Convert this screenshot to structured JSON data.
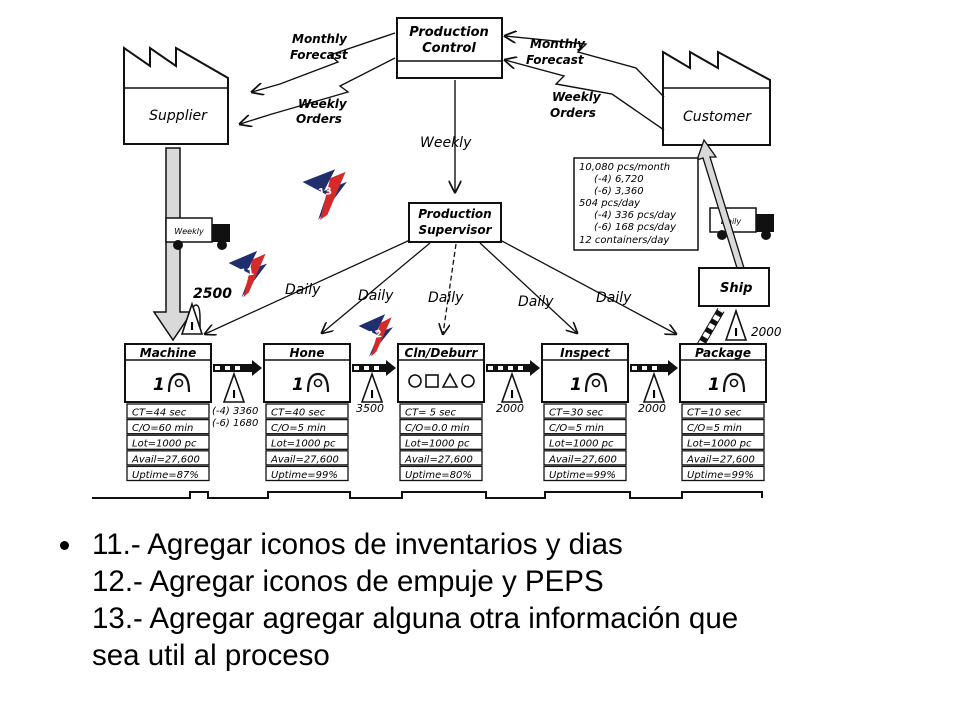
{
  "diagram": {
    "production_control": {
      "line1": "Production",
      "line2": "Control"
    },
    "supplier": {
      "label": "Supplier"
    },
    "customer": {
      "label": "Customer"
    },
    "left_info": {
      "forecast_1": "Monthly",
      "forecast_2": "Forecast",
      "orders_1": "Weekly",
      "orders_2": "Orders"
    },
    "right_info": {
      "forecast_1": "Monthly",
      "forecast_2": "Forecast",
      "orders_1": "Weekly",
      "orders_2": "Orders"
    },
    "schedule_label": "Weekly",
    "production_supervisor": {
      "line1": "Production",
      "line2": "Supervisor"
    },
    "truck_left_label": "Weekly",
    "truck_right_label": "Daily",
    "daily_labels": [
      "Daily",
      "Daily",
      "Daily",
      "Daily",
      "Daily"
    ],
    "badges": [
      "13",
      "11",
      "12"
    ],
    "supplier_inventory": "2500",
    "demand_box": [
      "10,080 pcs/month",
      "(-4) 6,720",
      "(-6) 3,360",
      "504 pcs/day",
      "(-4) 336 pcs/day",
      "(-6) 168 pcs/day",
      "12 containers/day"
    ],
    "ship": {
      "label": "Ship",
      "inventory": "2000"
    },
    "processes": [
      {
        "name": "Machine",
        "operators": "1",
        "data": [
          "CT=44 sec",
          "C/O=60 min",
          "Lot=1000 pc",
          "Avail=27,600",
          "Uptime=87%"
        ]
      },
      {
        "name": "Hone",
        "operators": "1",
        "data": [
          "CT=40 sec",
          "C/O=5 min",
          "Lot=1000 pc",
          "Avail=27,600",
          "Uptime=99%"
        ]
      },
      {
        "name": "Cln/Deburr",
        "operators": "",
        "data": [
          "CT= 5 sec",
          "C/O=0.0 min",
          "Lot=1000 pc",
          "Avail=27,600",
          "Uptime=80%"
        ]
      },
      {
        "name": "Inspect",
        "operators": "1",
        "data": [
          "CT=30 sec",
          "C/O=5 min",
          "Lot=1000 pc",
          "Avail=27,600",
          "Uptime=99%"
        ]
      },
      {
        "name": "Package",
        "operators": "1",
        "data": [
          "CT=10 sec",
          "C/O=5 min",
          "Lot=1000 pc",
          "Avail=27,600",
          "Uptime=99%"
        ]
      }
    ],
    "inventories": [
      {
        "line1": "(-4) 3360",
        "line2": "(-6) 1680"
      },
      {
        "line1": "3500"
      },
      {
        "line1": "2000"
      },
      {
        "line1": "2000"
      }
    ],
    "inventory_letter": "I",
    "colors": {
      "badge_red": "#d42a2a",
      "badge_navy": "#1f2f6e",
      "push_arrow_fill": "#d9d9d9",
      "stroke": "#111111"
    }
  },
  "caption": {
    "bullet": "•",
    "lines": [
      "11.- Agregar iconos de inventarios y dias",
      "12.- Agregar iconos de empuje y PEPS",
      "13.- Agregar agregar alguna otra información que",
      "sea util al proceso"
    ]
  }
}
